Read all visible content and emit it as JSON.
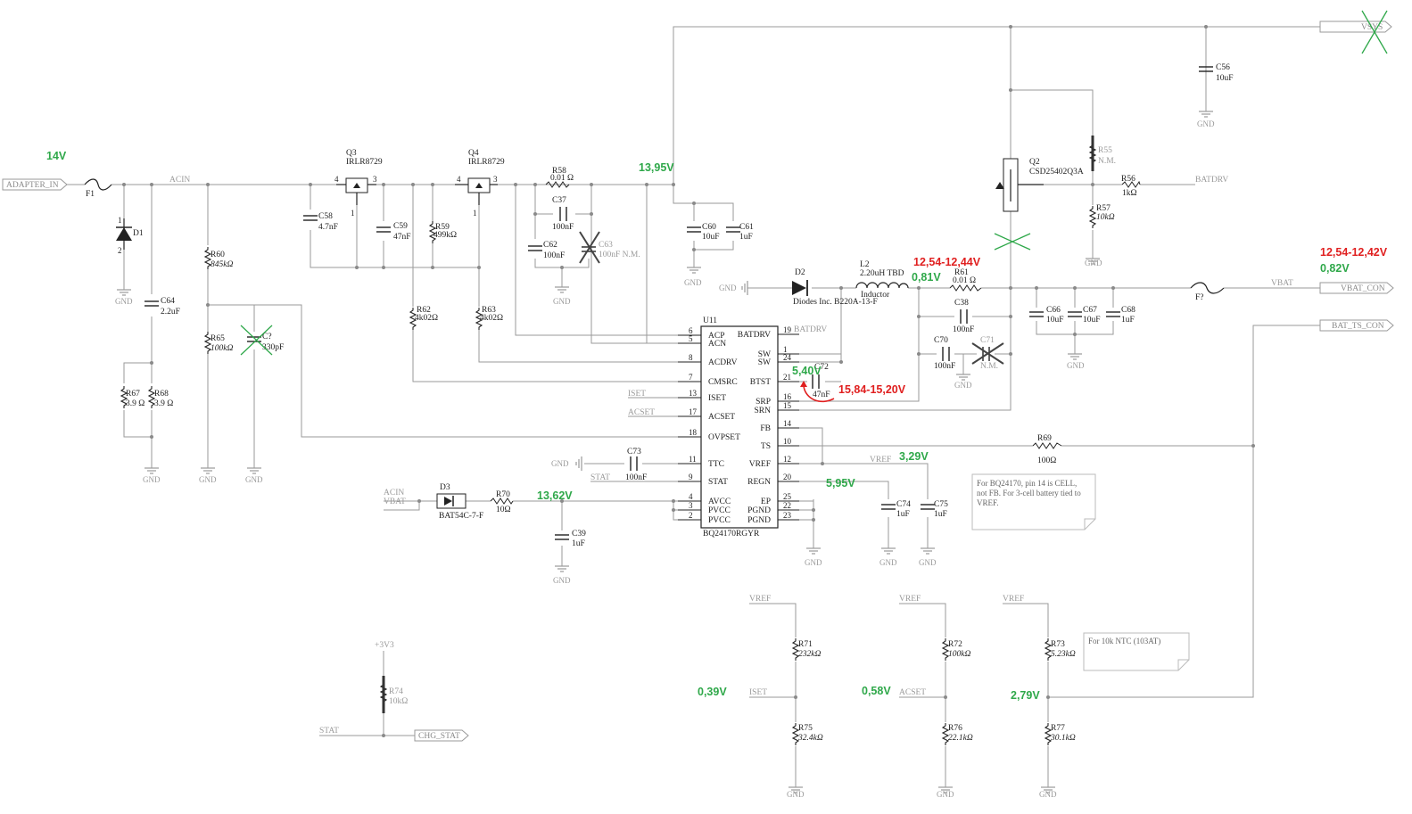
{
  "ports": {
    "adapter_in": "ADAPTER_IN",
    "vsys": "VSYS",
    "vbat_con": "VBAT_CON",
    "bat_ts_con": "BAT_TS_CON",
    "chg_stat": "CHG_STAT"
  },
  "nets": {
    "acin": "ACIN",
    "batdrv": "BATDRV",
    "batdrv2": "BATDRV",
    "vbat": "VBAT",
    "iset": "ISET",
    "acset": "ACSET",
    "stat": "STAT",
    "vref": "VREF",
    "acin2": "ACIN",
    "vbat2": "VBAT",
    "vref_r71": "VREF",
    "vref_r72": "VREF",
    "vref_r73": "VREF",
    "iset_div": "ISET",
    "acset_div": "ACSET",
    "plus3v3": "+3V3",
    "stat2": "STAT"
  },
  "ground_label": "GND",
  "components": {
    "F1": "F1",
    "D1": "D1",
    "C64": "C64",
    "C64v": "2.2uF",
    "R67": "R67",
    "R67v": "3.9 Ω",
    "R68": "R68",
    "R68v": "3.9 Ω",
    "R60": "R60",
    "R60v": "845kΩ",
    "R65": "R65",
    "R65v": "100kΩ",
    "C7": "C?",
    "C7v": "330pF",
    "Q3": "Q3",
    "Q3v": "IRLR8729",
    "Q4": "Q4",
    "Q4v": "IRLR8729",
    "C58": "C58",
    "C58v": "4.7nF",
    "C59": "C59",
    "C59v": "47nF",
    "R59": "R59",
    "R59v": "499kΩ",
    "R62": "R62",
    "R62v": "4k02Ω",
    "R63": "R63",
    "R63v": "4k02Ω",
    "R58": "R58",
    "R58v": "0.01 Ω",
    "C37": "C37",
    "C37v": "100nF",
    "C62": "C62",
    "C62v": "100nF",
    "C63": "C63",
    "C63v": "100nF N.M.",
    "C60": "C60",
    "C60v": "10uF",
    "C61": "C61",
    "C61v": "1uF",
    "C56": "C56",
    "C56v": "10uF",
    "Q2": "Q2",
    "Q2v": "CSD25402Q3A",
    "R55": "R55",
    "R55v": "N.M.",
    "R56": "R56",
    "R56v": "1kΩ",
    "R57": "R57",
    "R57v": "10kΩ",
    "D2": "D2",
    "D2v": "Diodes Inc. B220A-13-F",
    "L2": "L2",
    "L2v": "2.20uH TBD",
    "L2t": "Inductor",
    "R61": "R61",
    "R61v": "0.01 Ω",
    "F7": "F?",
    "C38": "C38",
    "C38v": "100nF",
    "C70": "C70",
    "C70v": "100nF",
    "C71": "C71",
    "C71v": "N.M.",
    "C66": "C66",
    "C66v": "10uF",
    "C67": "C67",
    "C67v": "10uF",
    "C68": "C68",
    "C68v": "1uF",
    "C72": "C72",
    "C72v": "47nF",
    "C73": "C73",
    "C73v": "100nF",
    "D3": "D3",
    "D3v": "BAT54C-7-F",
    "R70": "R70",
    "R70v": "10Ω",
    "C39": "C39",
    "C39v": "1uF",
    "R69": "R69",
    "R69v": "100Ω",
    "C74": "C74",
    "C74v": "1uF",
    "C75": "C75",
    "C75v": "1uF",
    "R71": "R71",
    "R71v": "232kΩ",
    "R75": "R75",
    "R75v": "32.4kΩ",
    "R72": "R72",
    "R72v": "100kΩ",
    "R76": "R76",
    "R76v": "22.1kΩ",
    "R73": "R73",
    "R73v": "5.23kΩ",
    "R77": "R77",
    "R77v": "30.1kΩ",
    "R74": "R74",
    "R74v": "10kΩ"
  },
  "ic": {
    "ref": "U11",
    "part": "BQ24170RGYR",
    "left_pins": [
      {
        "num": "6",
        "name": "ACP"
      },
      {
        "num": "5",
        "name": "ACN"
      },
      {
        "num": "8",
        "name": "ACDRV"
      },
      {
        "num": "7",
        "name": "CMSRC"
      },
      {
        "num": "13",
        "name": "ISET"
      },
      {
        "num": "17",
        "name": "ACSET"
      },
      {
        "num": "18",
        "name": "OVPSET"
      },
      {
        "num": "11",
        "name": "TTC"
      },
      {
        "num": "9",
        "name": "STAT"
      },
      {
        "num": "4",
        "name": "AVCC"
      },
      {
        "num": "3",
        "name": "PVCC"
      },
      {
        "num": "2",
        "name": "PVCC"
      }
    ],
    "right_pins": [
      {
        "num": "19",
        "name": "BATDRV"
      },
      {
        "num": "1",
        "name": "SW"
      },
      {
        "num": "24",
        "name": "SW"
      },
      {
        "num": "21",
        "name": "BTST"
      },
      {
        "num": "16",
        "name": "SRP"
      },
      {
        "num": "15",
        "name": "SRN"
      },
      {
        "num": "14",
        "name": "FB"
      },
      {
        "num": "10",
        "name": "TS"
      },
      {
        "num": "12",
        "name": "VREF"
      },
      {
        "num": "20",
        "name": "REGN"
      },
      {
        "num": "25",
        "name": "EP"
      },
      {
        "num": "22",
        "name": "PGND"
      },
      {
        "num": "23",
        "name": "PGND"
      }
    ]
  },
  "voltages": {
    "v14": "14V",
    "v1395": "13,95V",
    "v1254a": "12,54-12,44V",
    "v081": "0,81V",
    "v1254b": "12,54-12,42V",
    "v082": "0,82V",
    "v540": "5,40V",
    "v1584": "15,84-15,20V",
    "v329": "3,29V",
    "v595": "5,95V",
    "v1362": "13,62V",
    "v039": "0,39V",
    "v058": "0,58V",
    "v279": "2,79V"
  },
  "colors": {
    "measured_ok": "#2fa84a",
    "measured_warn": "#e02020",
    "wire": "#9a9a9a"
  },
  "notes": {
    "note1_l1": "For BQ24170, pin 14 is CELL,",
    "note1_l2": "not FB. For 3-cell battery tied to",
    "note1_l3": "VREF.",
    "note2": "For 10k NTC (103AT)"
  }
}
